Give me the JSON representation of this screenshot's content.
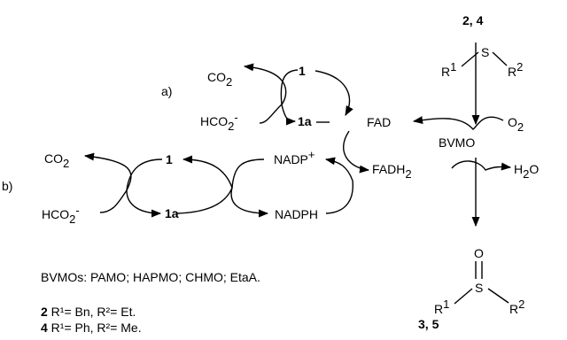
{
  "labels": {
    "a": "a)",
    "b": "b)",
    "co2": "CO",
    "co2_sub": "2",
    "hco2": "HCO",
    "hco2_sub": "2",
    "hco2_sup": "-",
    "cat1": "1",
    "cat1a": "1a",
    "fad": "FAD",
    "fadh": "FADH",
    "fadh_sub": "2",
    "o2": "O",
    "o2_sub": "2",
    "h2o": "H",
    "h2o_sub": "2",
    "h2o_end": "O",
    "bvmo": "BVMO",
    "nadp": "NADP",
    "nadp_sup": "+",
    "nadph": "NADPH"
  },
  "substrate": {
    "compounds": "2, 4",
    "s": "S",
    "r": "R",
    "r1_sup": "1",
    "r2_sup": "2"
  },
  "product": {
    "compounds": "3, 5",
    "o": "O",
    "s": "S",
    "r": "R",
    "r1_sup": "1",
    "r2_sup": "2"
  },
  "legend": {
    "bvmos": "BVMOs: PAMO; HAPMO; CHMO; EtaA.",
    "line2_num": "2",
    "line2_text": " R¹= Bn, R²= Et.",
    "line4_num": "4",
    "line4_text": " R¹= Ph, R²= Me."
  }
}
